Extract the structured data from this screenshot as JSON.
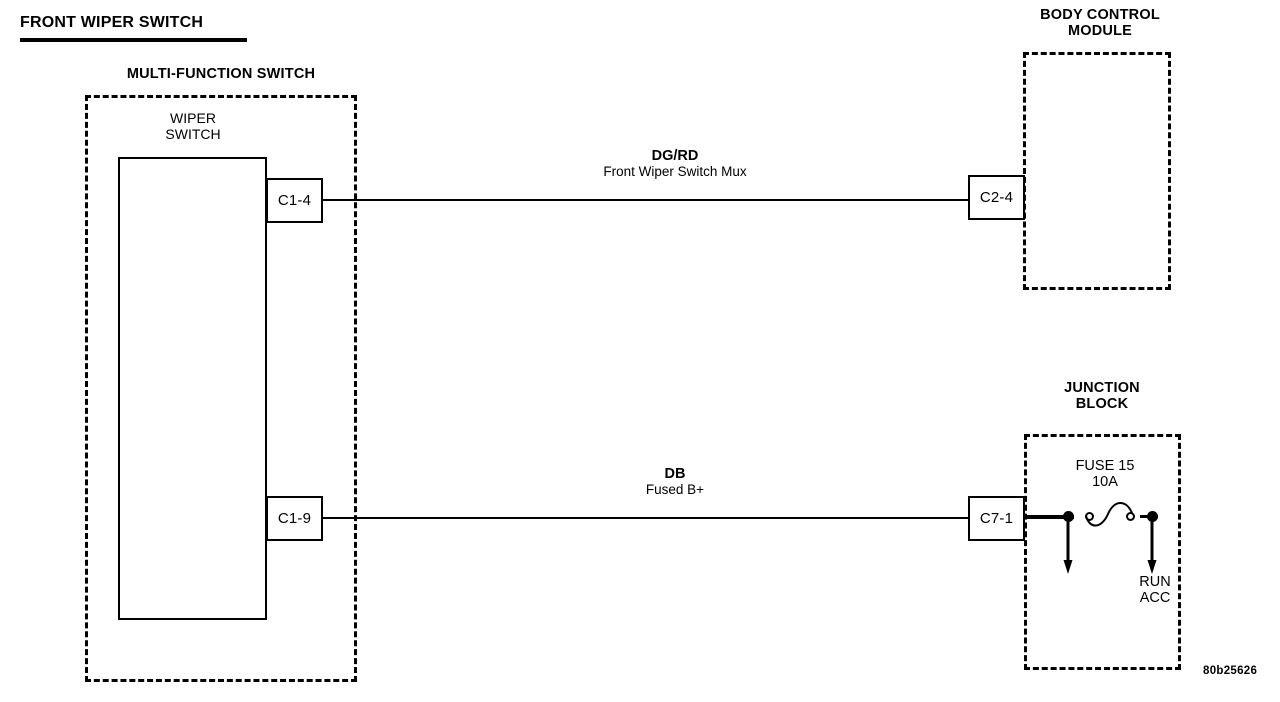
{
  "diagram": {
    "title": "FRONT WIPER SWITCH",
    "figure_id": "80b25626",
    "groups": {
      "multi_function_switch": {
        "label": "MULTI-FUNCTION SWITCH",
        "component_label": "WIPER\nSWITCH",
        "connectors": [
          {
            "id": "C1-4"
          },
          {
            "id": "C1-9"
          }
        ]
      },
      "body_control_module": {
        "label": "BODY CONTROL\nMODULE",
        "connectors": [
          {
            "id": "C2-4"
          }
        ]
      },
      "junction_block": {
        "label": "JUNCTION\nBLOCK",
        "connectors": [
          {
            "id": "C7-1"
          }
        ],
        "fuse": {
          "name": "FUSE 15",
          "rating": "10A",
          "output_label": "RUN\nACC"
        }
      }
    },
    "wires": [
      {
        "color_code": "DG/RD",
        "circuit_name": "Front Wiper Switch Mux",
        "from": "C1-4",
        "to": "C2-4"
      },
      {
        "color_code": "DB",
        "circuit_name": "Fused B+",
        "from": "C1-9",
        "to": "C7-1"
      }
    ]
  }
}
